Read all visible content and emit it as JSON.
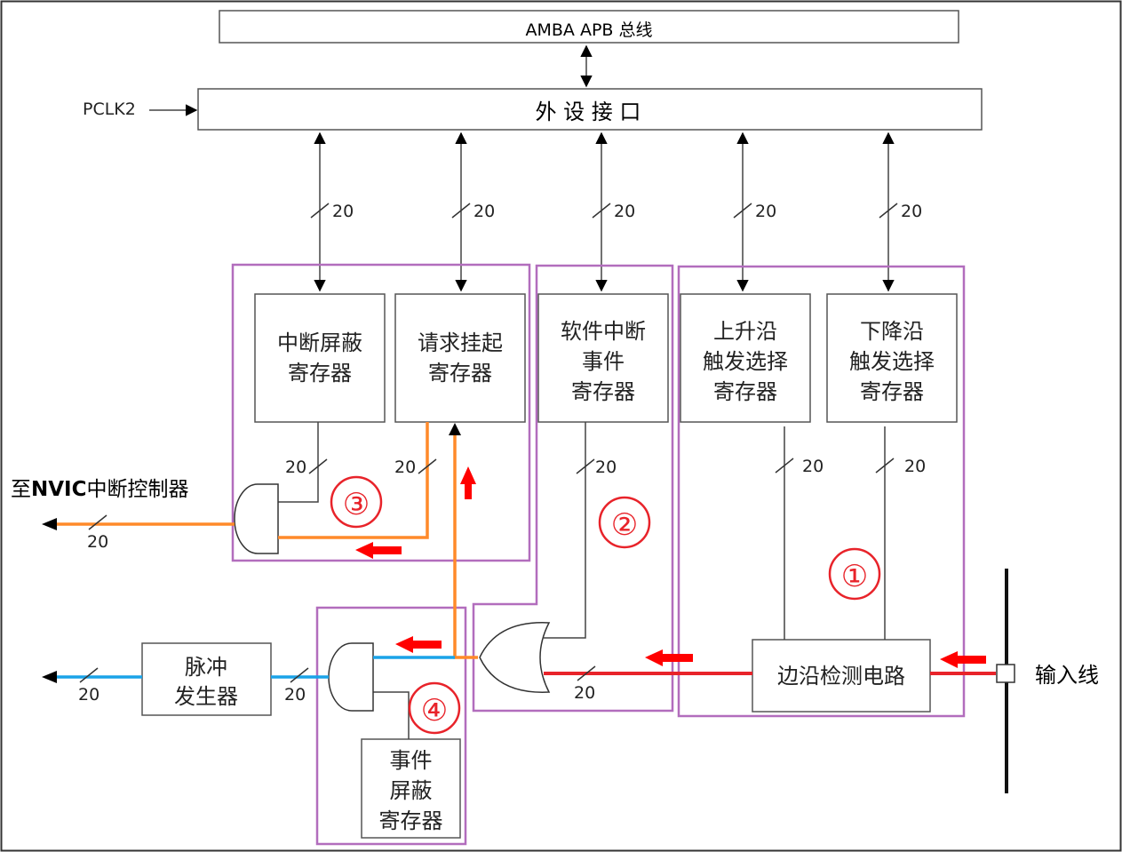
{
  "bus": {
    "amba_label": "AMBA APB 总线",
    "interface_label": "外 设 接 口",
    "clock_label": "PCLK2"
  },
  "bus_width": "20",
  "registers": {
    "interrupt_mask": [
      "中断屏蔽",
      "寄存器"
    ],
    "pending_request": [
      "请求挂起",
      "寄存器"
    ],
    "software_interrupt_event": [
      "软件中断",
      "事件",
      "寄存器"
    ],
    "rising_trigger_select": [
      "上升沿",
      "触发选择",
      "寄存器"
    ],
    "falling_trigger_select": [
      "下降沿",
      "触发选择",
      "寄存器"
    ],
    "event_mask": [
      "事件",
      "屏蔽",
      "寄存器"
    ]
  },
  "edge_detect_label": "边沿检测电路",
  "pulse_generator": [
    "脉冲",
    "发生器"
  ],
  "input_line_label": "输入线",
  "nvic_output_label_prefix": "至",
  "nvic_output_label_bold": "NVIC",
  "nvic_output_label_suffix": "中断控制器",
  "step_markers": [
    "①",
    "②",
    "③",
    "④"
  ],
  "colors": {
    "interrupt_path": "#ff8a2a",
    "event_path": "#1aa3e8",
    "input_path": "#e8232a",
    "group_border": "#b26dbd",
    "marker": "#e8232a"
  }
}
